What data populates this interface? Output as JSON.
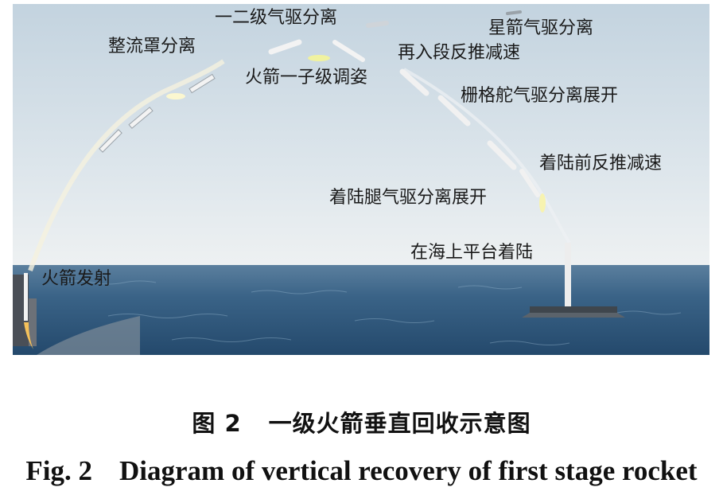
{
  "labels": {
    "launch": "火箭发射",
    "fairing": "整流罩分离",
    "stage_sep": "一二级气驱分离",
    "attitude": "火箭一子级调姿",
    "sat_sep": "星箭气驱分离",
    "reentry": "再入段反推减速",
    "grid_fin": "栅格舵气驱分离展开",
    "landing_burn": "着陆前反推减速",
    "legs": "着陆腿气驱分离展开",
    "landing": "在海上平台着陆"
  },
  "caption": {
    "cn_fig": "图 2",
    "cn_title": "一级火箭垂直回收示意图",
    "en_fig": "Fig. 2",
    "en_title": "Diagram of vertical recovery of first stage rocket"
  },
  "colors": {
    "sky_top": "#c9d7e2",
    "sky_bottom": "#e7ecef",
    "sea": "#2e5a80",
    "rocket": "#f2f2f2"
  }
}
